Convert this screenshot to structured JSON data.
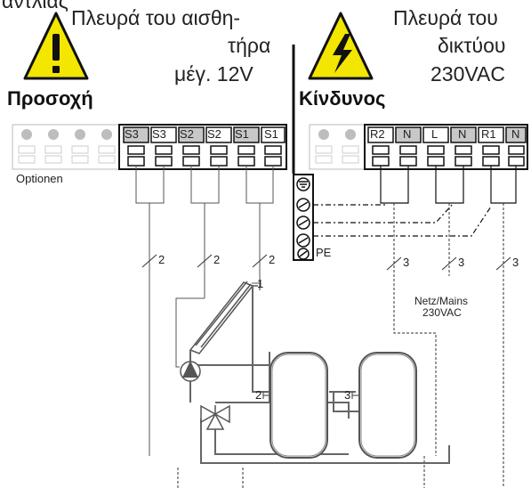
{
  "top_cut": "αντλίας",
  "sensor_side": {
    "line1": "Πλευρά του αισθη-",
    "line2": "τήρα",
    "line3": "μέγ. 12V",
    "warning": "Προσοχή"
  },
  "mains_side": {
    "line1": "Πλευρά του",
    "line2": "δικτύου",
    "line3": "230VAC",
    "warning": "Κίνδυνος"
  },
  "options_label": "Optionen",
  "sensor_terminals": [
    "S3",
    "S3",
    "S2",
    "S2",
    "S1",
    "S1"
  ],
  "mains_terminals": [
    "R2",
    "N",
    "L",
    "N",
    "R1",
    "N"
  ],
  "pe_label": "PE",
  "wire_counts": {
    "sensor": [
      "2",
      "2",
      "2"
    ],
    "mains": [
      "3",
      "3",
      "3"
    ]
  },
  "mains_label": {
    "line1": "Netz/Mains",
    "line2": "230VAC"
  },
  "hydraulic_markers": [
    "1",
    "2",
    "3"
  ],
  "colors": {
    "warning_fill": "#f3e600",
    "terminal_gray": "#c8c8c8",
    "line": "#333333"
  }
}
